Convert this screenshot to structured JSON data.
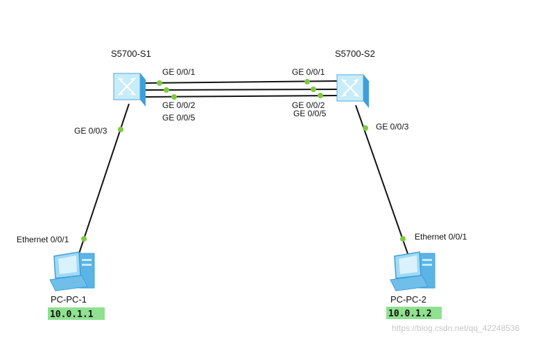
{
  "colors": {
    "link": "#111111",
    "port_dot": "#7ec93f",
    "ip_bg": "#8fe08f",
    "switch_light": "#c7ecfa",
    "switch_dark": "#3f9fd8",
    "pc_screen": "#9fd9f5",
    "pc_body": "#5bb4e6"
  },
  "icons": {
    "switch": "l3-switch-icon",
    "pc": "pc-icon"
  },
  "devices": {
    "sw1": {
      "name": "S5700-S1"
    },
    "sw2": {
      "name": "S5700-S2"
    },
    "pc1": {
      "name": "PC-PC-1",
      "ip": "10.0.1.1"
    },
    "pc2": {
      "name": "PC-PC-2",
      "ip": "10.0.1.2"
    }
  },
  "ports": {
    "sw1_ge001": "GE 0/0/1",
    "sw1_ge002": "GE 0/0/2",
    "sw1_ge005": "GE 0/0/5",
    "sw1_ge003": "GE 0/0/3",
    "sw2_ge001": "GE 0/0/1",
    "sw2_ge002": "GE 0/0/2",
    "sw2_ge005": "GE 0/0/5",
    "sw2_ge003": "GE 0/0/3",
    "pc1_eth": "Ethernet 0/0/1",
    "pc2_eth": "Ethernet 0/0/1"
  },
  "links": [
    {
      "from": "sw1",
      "from_port": "GE 0/0/1",
      "to": "sw2",
      "to_port": "GE 0/0/1"
    },
    {
      "from": "sw1",
      "from_port": "GE 0/0/2",
      "to": "sw2",
      "to_port": "GE 0/0/2"
    },
    {
      "from": "sw1",
      "from_port": "GE 0/0/5",
      "to": "sw2",
      "to_port": "GE 0/0/5"
    },
    {
      "from": "sw1",
      "from_port": "GE 0/0/3",
      "to": "pc1",
      "to_port": "Ethernet 0/0/1"
    },
    {
      "from": "sw2",
      "from_port": "GE 0/0/3",
      "to": "pc2",
      "to_port": "Ethernet 0/0/1"
    }
  ],
  "watermark": "https://blog.csdn.net/qq_42248536"
}
